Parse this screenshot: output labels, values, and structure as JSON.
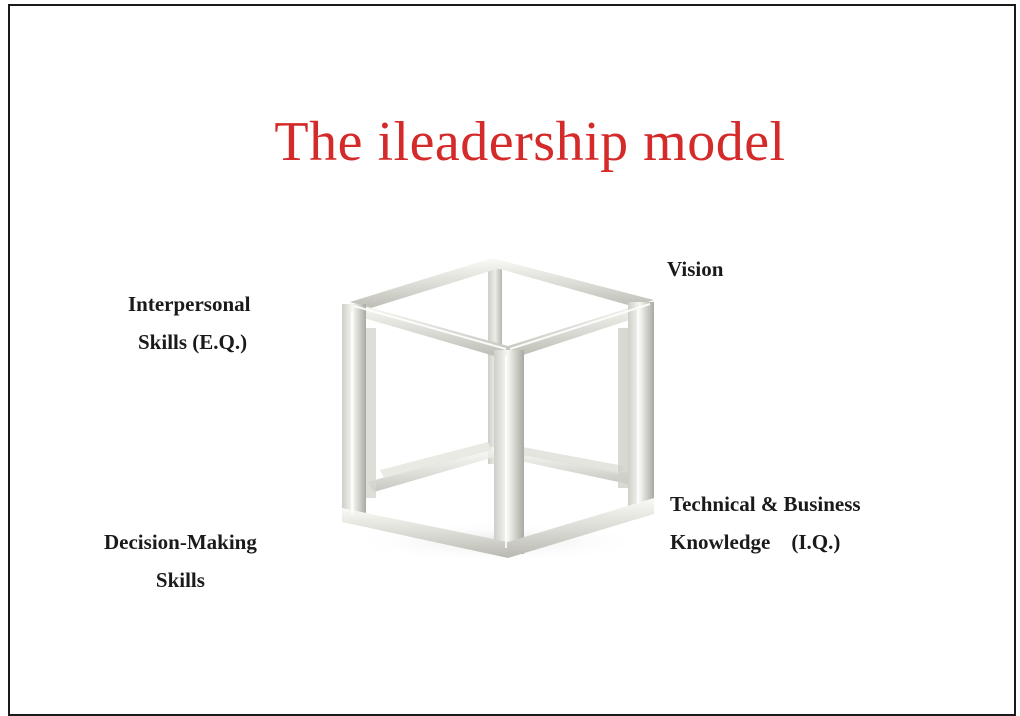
{
  "slide": {
    "title": "The ileadership model",
    "title_color": "#d42a2a"
  },
  "labels": {
    "vision": "Vision",
    "interpersonal_line1": "Interpersonal",
    "interpersonal_line2": "Skills  (E.Q.)",
    "technical_line1": "Technical & Business",
    "technical_line2": "Knowledge    (I.Q.)",
    "decision_line1": "Decision-Making",
    "decision_line2": "Skills"
  },
  "image": {
    "subject": "silver-wireframe-cube"
  }
}
